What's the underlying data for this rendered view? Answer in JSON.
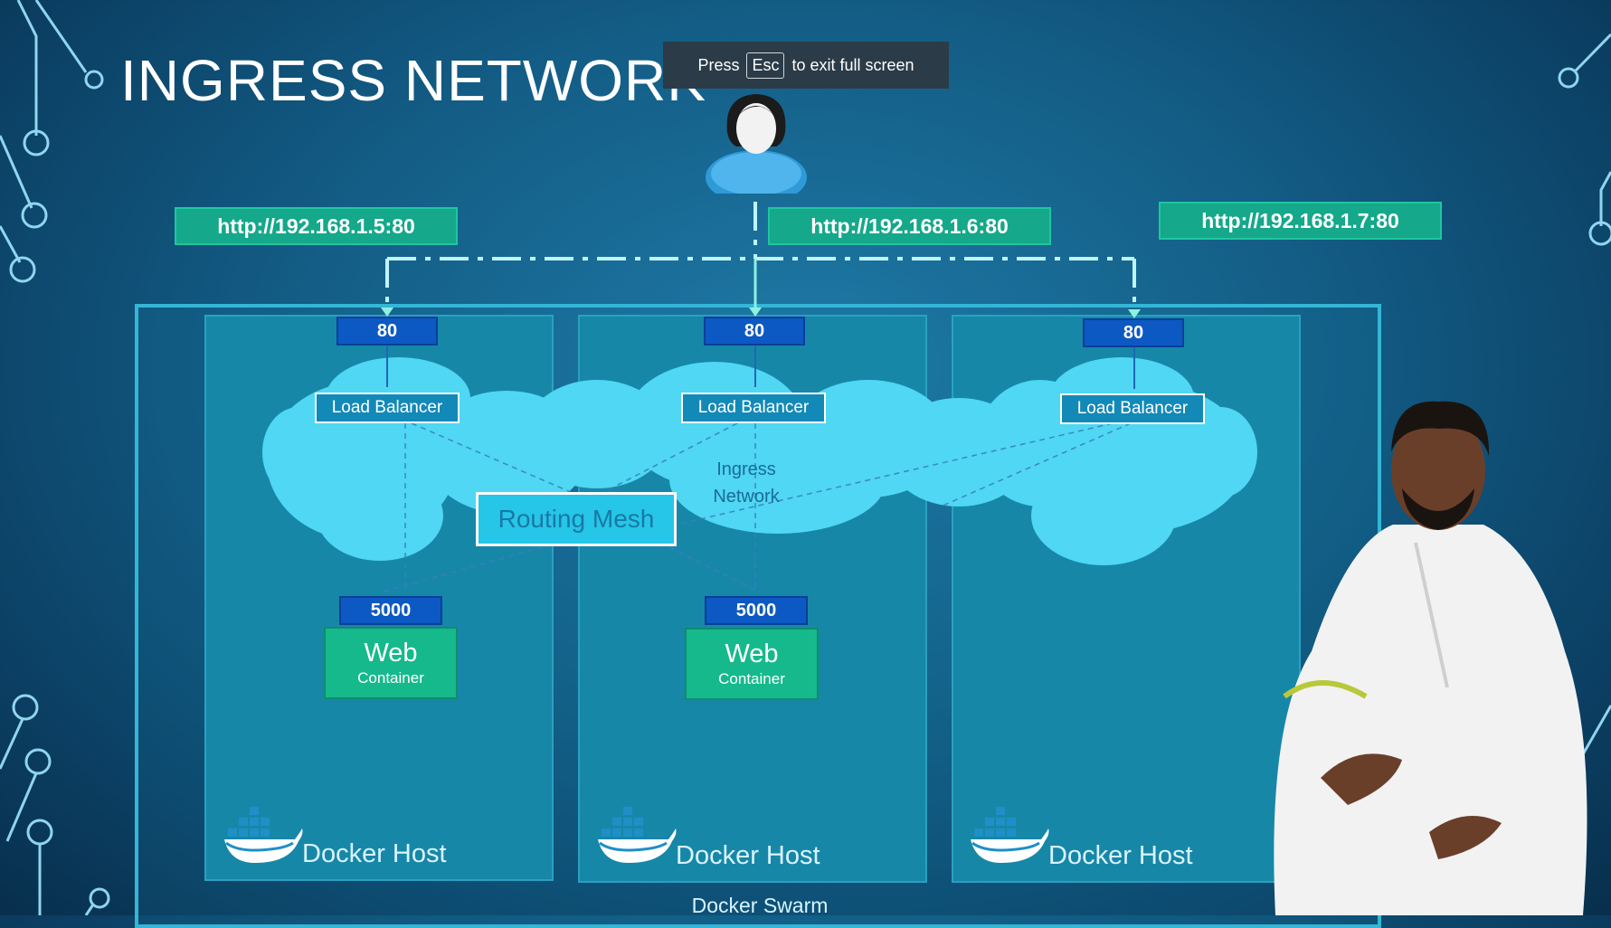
{
  "title": "INGRESS NETWORK",
  "fullscreen_banner": {
    "prefix": "Press",
    "key": "Esc",
    "suffix": "to exit full screen"
  },
  "urls": [
    "http://192.168.1.5:80",
    "http://192.168.1.6:80",
    "http://192.168.1.7:80"
  ],
  "hosts": [
    {
      "port": "80",
      "load_balancer": "Load Balancer",
      "label": "Docker Host",
      "container_port": "5000",
      "container_title": "Web",
      "container_sub": "Container"
    },
    {
      "port": "80",
      "load_balancer": "Load Balancer",
      "label": "Docker Host",
      "container_port": "5000",
      "container_title": "Web",
      "container_sub": "Container"
    },
    {
      "port": "80",
      "load_balancer": "Load Balancer",
      "label": "Docker Host"
    }
  ],
  "ingress_network_label": "Ingress Network",
  "routing_mesh_label": "Routing Mesh",
  "swarm_label": "Docker Swarm",
  "colors": {
    "background": "#135d86",
    "url_badge": "#15a88a",
    "port_badge": "#0d59c4",
    "cloud": "#4fd7f3",
    "host_box": "#1787a8",
    "web_container": "#16b98c",
    "load_balancer": "#1389b8"
  },
  "icons": [
    "user-avatar-icon",
    "docker-whale-icon",
    "circuit-decoration"
  ]
}
